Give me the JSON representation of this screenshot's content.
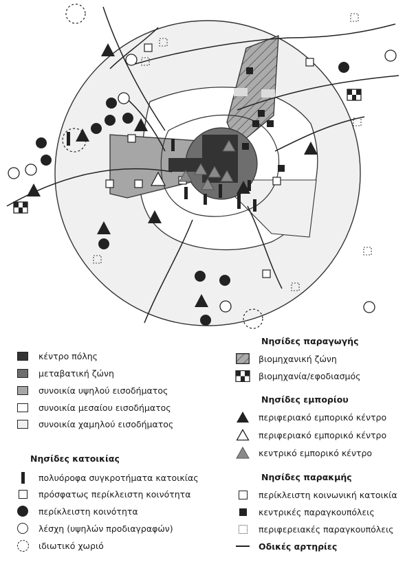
{
  "colors": {
    "city_center": "#333333",
    "transition_zone": "#6e6e6e",
    "high_income": "#a6a6a6",
    "middle_income": "#ffffff",
    "low_income": "#f0f0f0",
    "industrial": "#a8a8a8",
    "ink": "#222222"
  },
  "legend_left": {
    "zones": [
      {
        "label": "κέντρο πόλης",
        "icon": "filled-square-dark-icon"
      },
      {
        "label": "μεταβατική ζώνη",
        "icon": "filled-square-medium-icon"
      },
      {
        "label": "συνοικία υψηλού εισοδήματος",
        "icon": "filled-square-gray-icon"
      },
      {
        "label": "συνοικία μεσαίου εισοδήματος",
        "icon": "outline-square-icon"
      },
      {
        "label": "συνοικία χαμηλού εισοδήματος",
        "icon": "light-square-icon"
      }
    ],
    "residential": {
      "title": "Νησίδες κατοικίας",
      "items": [
        {
          "label": "πολυόροφα συγκροτήματα κατοικίας",
          "icon": "tall-bar-icon"
        },
        {
          "label": "πρόσφατως περίκλειστη κοινότητα",
          "icon": "small-open-square-icon"
        },
        {
          "label": "περίκλειστη κοινότητα",
          "icon": "filled-circle-icon"
        },
        {
          "label": "λέσχη (υψηλών προδιαγραφών)",
          "icon": "open-circle-icon"
        },
        {
          "label": "ιδιωτικό χωριό",
          "icon": "dashed-circle-icon"
        }
      ]
    }
  },
  "legend_right": {
    "production": {
      "title": "Νησίδες παραγωγής",
      "items": [
        {
          "label": "βιομηχανική ζώνη",
          "icon": "hatched-square-icon"
        },
        {
          "label": "βιομηχανία/εφοδιασμός",
          "icon": "checker-square-icon"
        }
      ]
    },
    "commerce": {
      "title": "Νησίδες εμπορίου",
      "items": [
        {
          "label": "περιφεριακό εμπορικό κέντρο",
          "icon": "filled-triangle-icon"
        },
        {
          "label": "περιφεριακό εμπορικό κέντρο",
          "icon": "open-triangle-icon"
        },
        {
          "label": "κεντρικό εμπορικό κέντρο",
          "icon": "gray-triangle-icon"
        }
      ]
    },
    "decline": {
      "title": "Νησίδες παρακμής",
      "items": [
        {
          "label": "περίκλειστη κοινωνική κατοικία",
          "icon": "small-open-square-icon"
        },
        {
          "label": "κεντρικές παραγκουπόλεις",
          "icon": "small-filled-square-icon"
        },
        {
          "label": "περιφερειακές παραγκουπόλεις",
          "icon": "dotted-square-icon"
        }
      ]
    },
    "roads": {
      "label": "Οδικές αρτηρίες",
      "icon": "road-line-icon"
    }
  }
}
